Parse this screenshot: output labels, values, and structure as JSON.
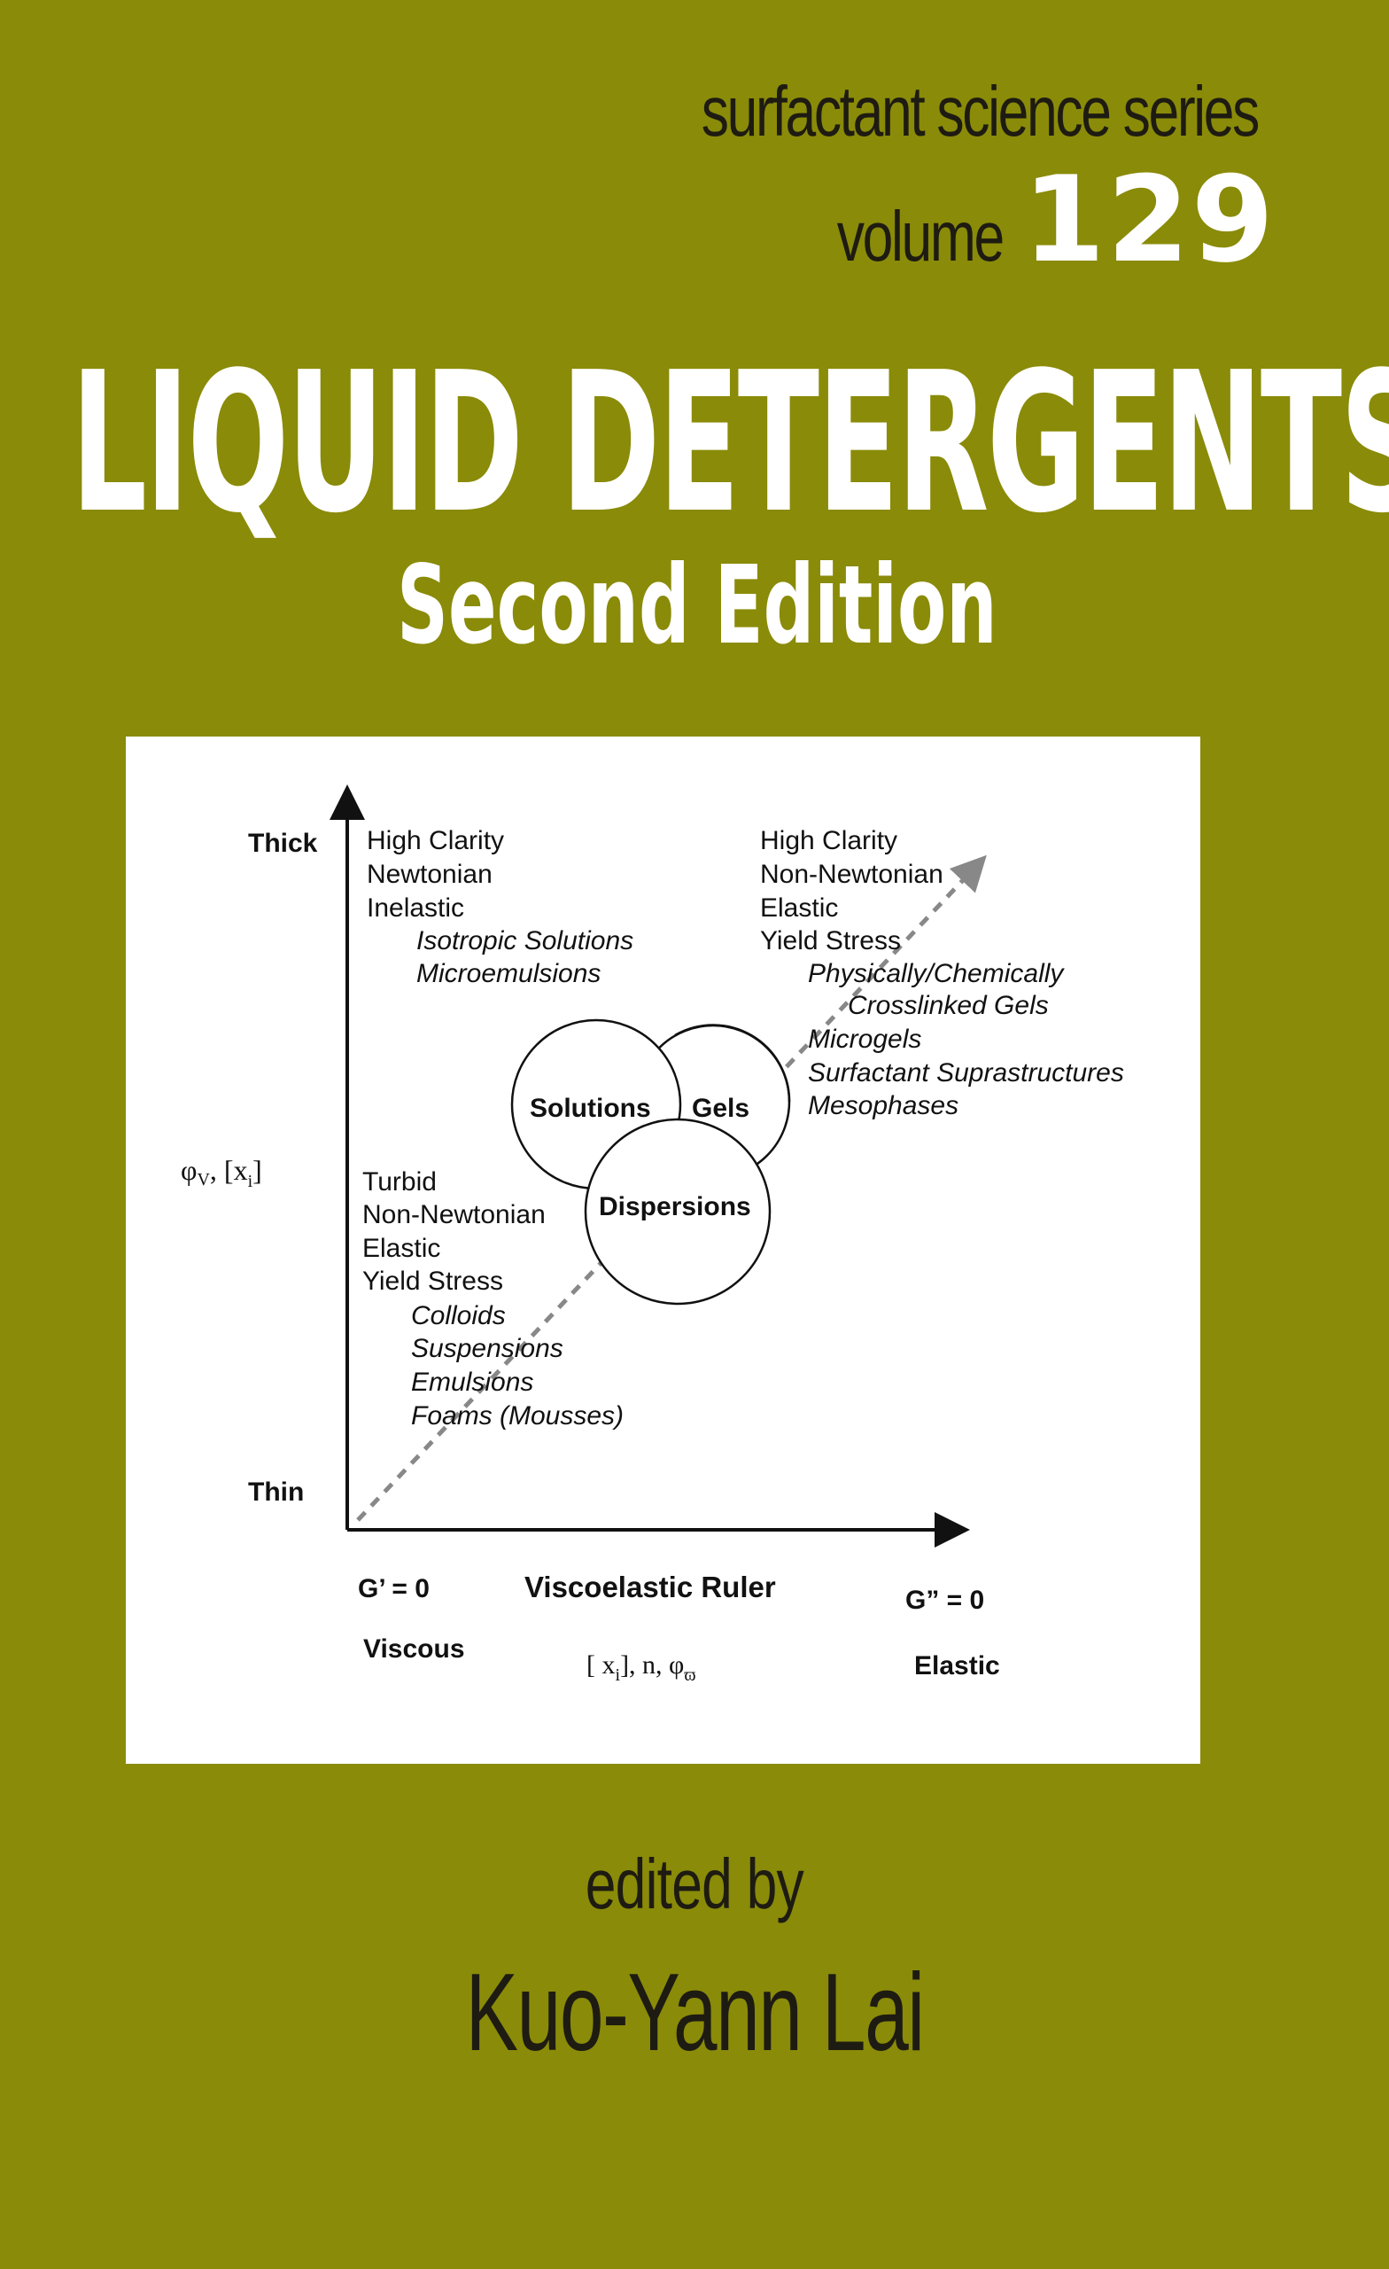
{
  "cover": {
    "series": "surfactant science series",
    "volume_label": "volume",
    "volume_number": "129",
    "title": "LIQUID DETERGENTS",
    "edition": "Second Edition",
    "edited_by": "edited by",
    "editor": "Kuo-Yann Lai",
    "background_color": "#8a8b08",
    "title_color": "#ffffff"
  },
  "figure": {
    "y_axis": {
      "top_label": "Thick",
      "mid_label_phi": "φ",
      "mid_label_sub": "V",
      "mid_label_rest": ", [x",
      "mid_label_sub2": "i",
      "mid_label_end": "]",
      "bottom_label": "Thin"
    },
    "x_axis": {
      "left_top": "G’ = 0",
      "left_bottom": "Viscous",
      "center_top": "Viscoelastic Ruler",
      "center_bottom_a": "[ x",
      "center_bottom_sub": "i",
      "center_bottom_b": "], n, φ",
      "center_bottom_sub2": "ϖ",
      "right_top": "G” = 0",
      "right_bottom": "Elastic"
    },
    "top_left_block": {
      "lines": [
        "High Clarity",
        "Newtonian",
        "Inelastic"
      ],
      "examples": [
        "Isotropic Solutions",
        "Microemulsions"
      ]
    },
    "top_right_block": {
      "lines": [
        "High Clarity",
        "Non-Newtonian",
        "Elastic",
        "Yield Stress"
      ],
      "examples": [
        "Physically/Chemically",
        "Crosslinked Gels",
        "Microgels",
        "Surfactant Suprastructures",
        "Mesophases"
      ]
    },
    "bottom_left_block": {
      "lines": [
        "Turbid",
        "Non-Newtonian",
        "Elastic",
        "Yield Stress"
      ],
      "examples": [
        "Colloids",
        "Suspensions",
        "Emulsions",
        "Foams (Mousses)"
      ]
    },
    "circles": [
      "Solutions",
      "Gels",
      "Dispersions"
    ]
  }
}
